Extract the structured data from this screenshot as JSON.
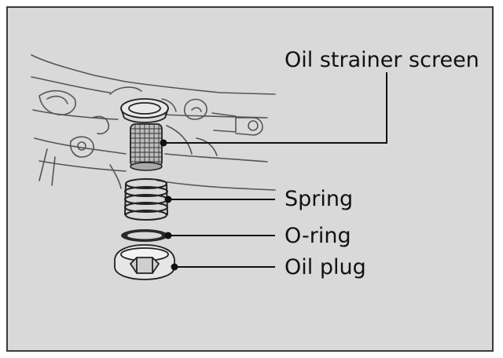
{
  "labels": {
    "oil_strainer_screen": "Oil strainer screen",
    "spring": "Spring",
    "o_ring": "O-ring",
    "oil_plug": "Oil plug"
  },
  "colors": {
    "background": "#d9d9d9",
    "border": "#3a3a3a",
    "line": "#111111"
  }
}
